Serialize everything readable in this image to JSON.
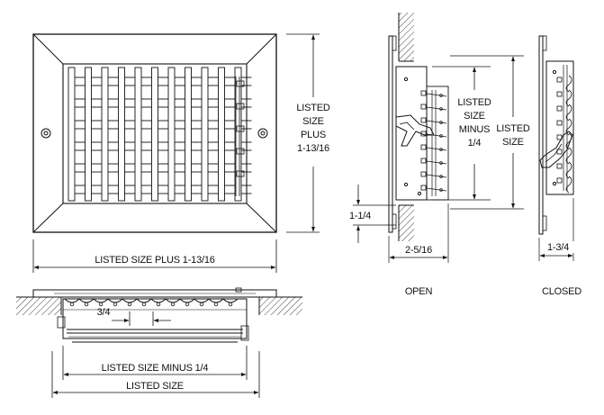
{
  "front_view": {
    "height_label_lines": [
      "LISTED",
      "SIZE",
      "PLUS",
      "1-13/16"
    ],
    "width_label": "LISTED SIZE PLUS 1-13/16"
  },
  "bottom_view": {
    "spacing_label": "3/4",
    "inner_width_label": "LISTED SIZE MINUS 1/4",
    "outer_width_label": "LISTED SIZE"
  },
  "open_view": {
    "inner_height_label_lines": [
      "LISTED",
      "SIZE",
      "MINUS",
      "1/4"
    ],
    "outer_height_label_lines": [
      "LISTED",
      "SIZE"
    ],
    "offset_label": "1-1/4",
    "depth_label": "2-5/16",
    "caption": "OPEN"
  },
  "closed_view": {
    "depth_label": "1-3/4",
    "caption": "CLOSED"
  }
}
